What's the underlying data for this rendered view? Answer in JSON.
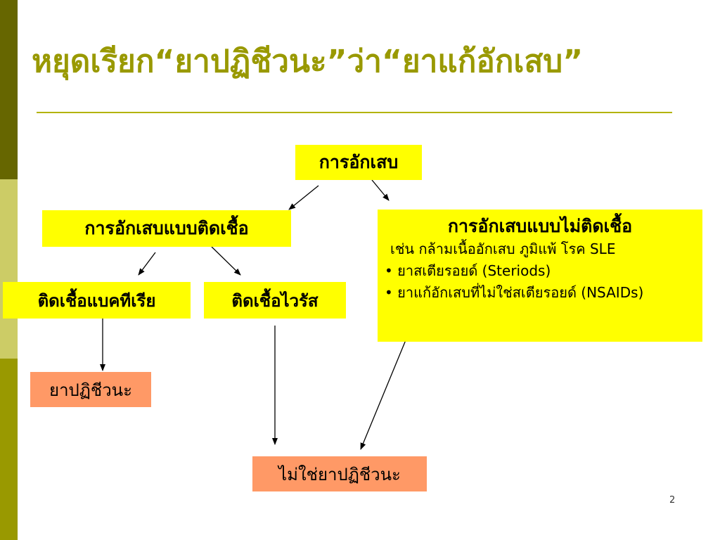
{
  "slide": {
    "title": "หยุดเรียก“ยาปฏิชีวนะ”ว่า“ยาแก้อักเสบ”",
    "page_number": "2"
  },
  "nodes": {
    "root": "การอักเสบ",
    "infectious": "การอักเสบแบบติดเชื้อ",
    "bacterial": "ติดเชื้อแบคทีเรีย",
    "viral": "ติดเชื้อไวรัส",
    "antibiotic": "ยาปฏิชีวนะ",
    "not_antibiotic": "ไม่ใช่ยาปฏิชีวนะ",
    "noninfectious": {
      "heading": "การอักเสบแบบไม่ติดเชื้อ",
      "example": "เช่น กล้ามเนื้ออักเสบ ภูมิแพ้ โรค SLE",
      "bullet_1": "• ยาสเตียรอยด์ (Steriods)",
      "bullet_2": "• ยาแก้อักเสบที่ไม่ใช่สเตียรอยด์ (NSAIDs)"
    }
  },
  "colors": {
    "title": "#999900",
    "box_primary": "#ffff00",
    "box_result": "#ff9966",
    "stripe_dark": "#666600",
    "stripe_light": "#cccc66",
    "stripe_mid": "#999900"
  }
}
